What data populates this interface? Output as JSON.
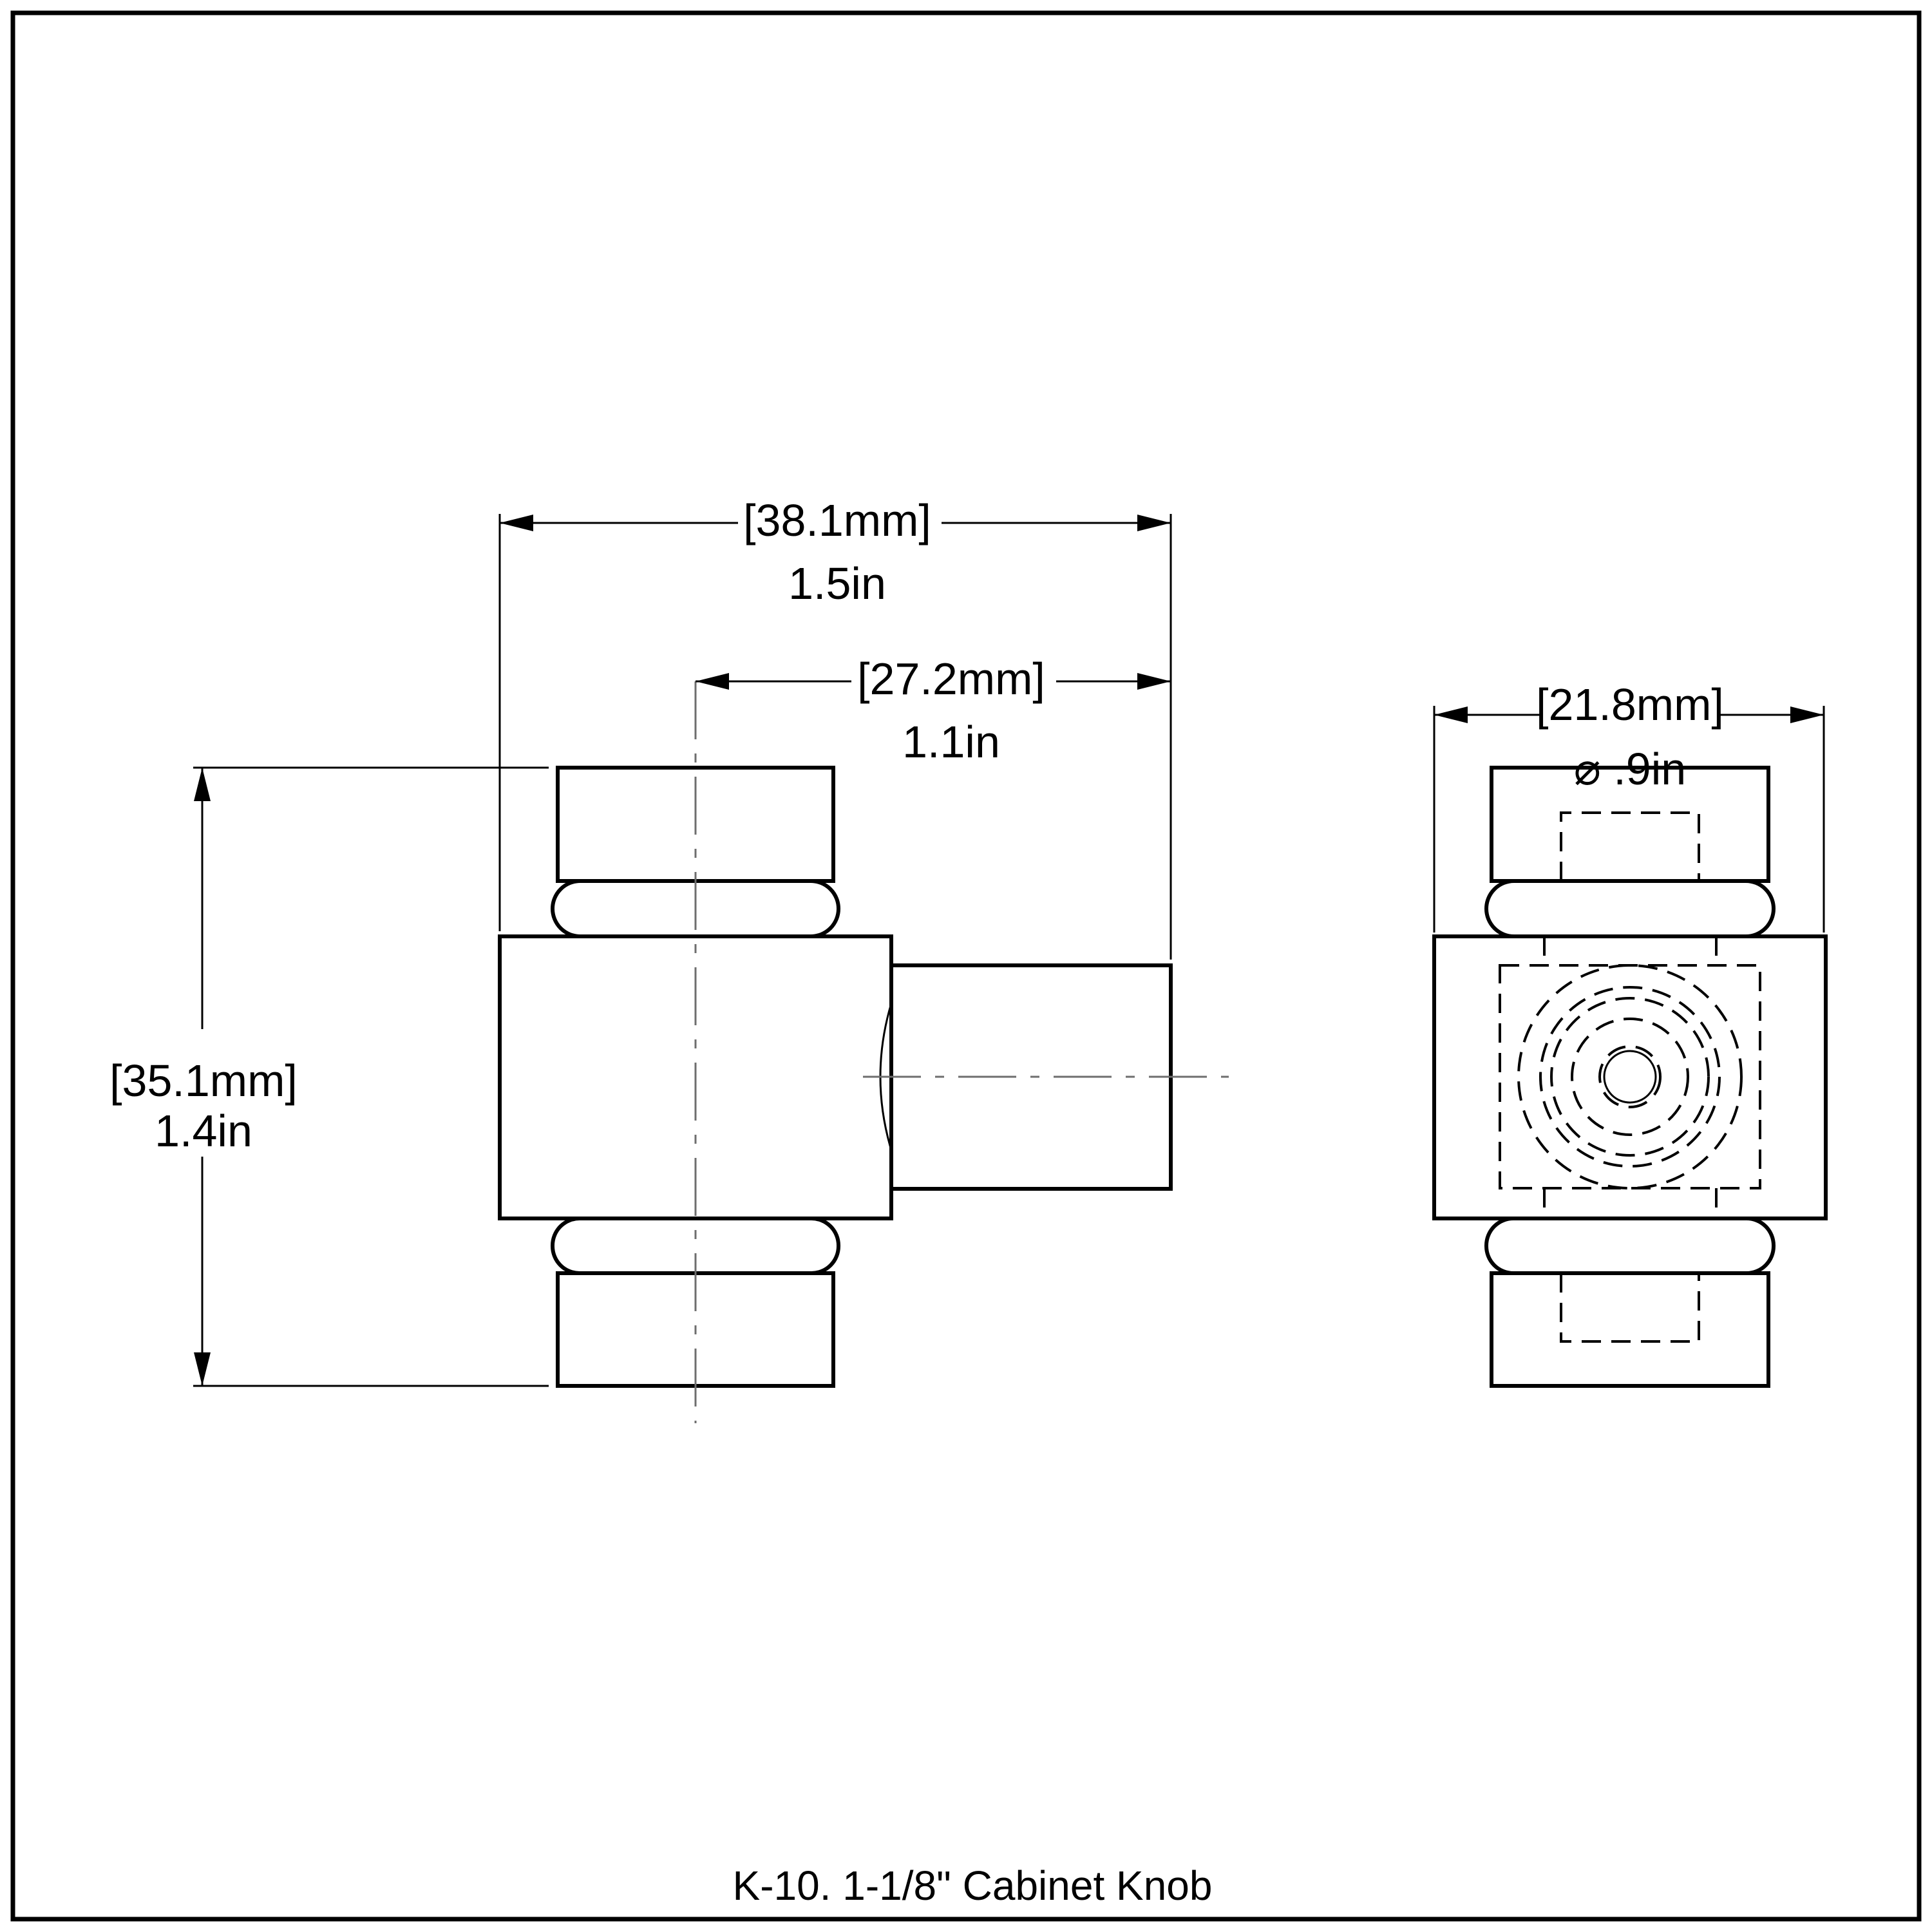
{
  "caption": "K-10. 1-1/8\" Cabinet Knob",
  "dimensions": {
    "overall_width": {
      "metric": "[38.1mm]",
      "imperial": "1.5in"
    },
    "stem_projection": {
      "metric": "[27.2mm]",
      "imperial": "1.1in"
    },
    "overall_height": {
      "metric": "[35.1mm]",
      "imperial": "1.4in"
    },
    "knob_diameter": {
      "metric": "[21.8mm]",
      "imperial": "⌀ .9in"
    }
  },
  "colors": {
    "line": "#000000",
    "centerline": "#6e6e6e",
    "background": "#ffffff",
    "border": "#000000"
  }
}
